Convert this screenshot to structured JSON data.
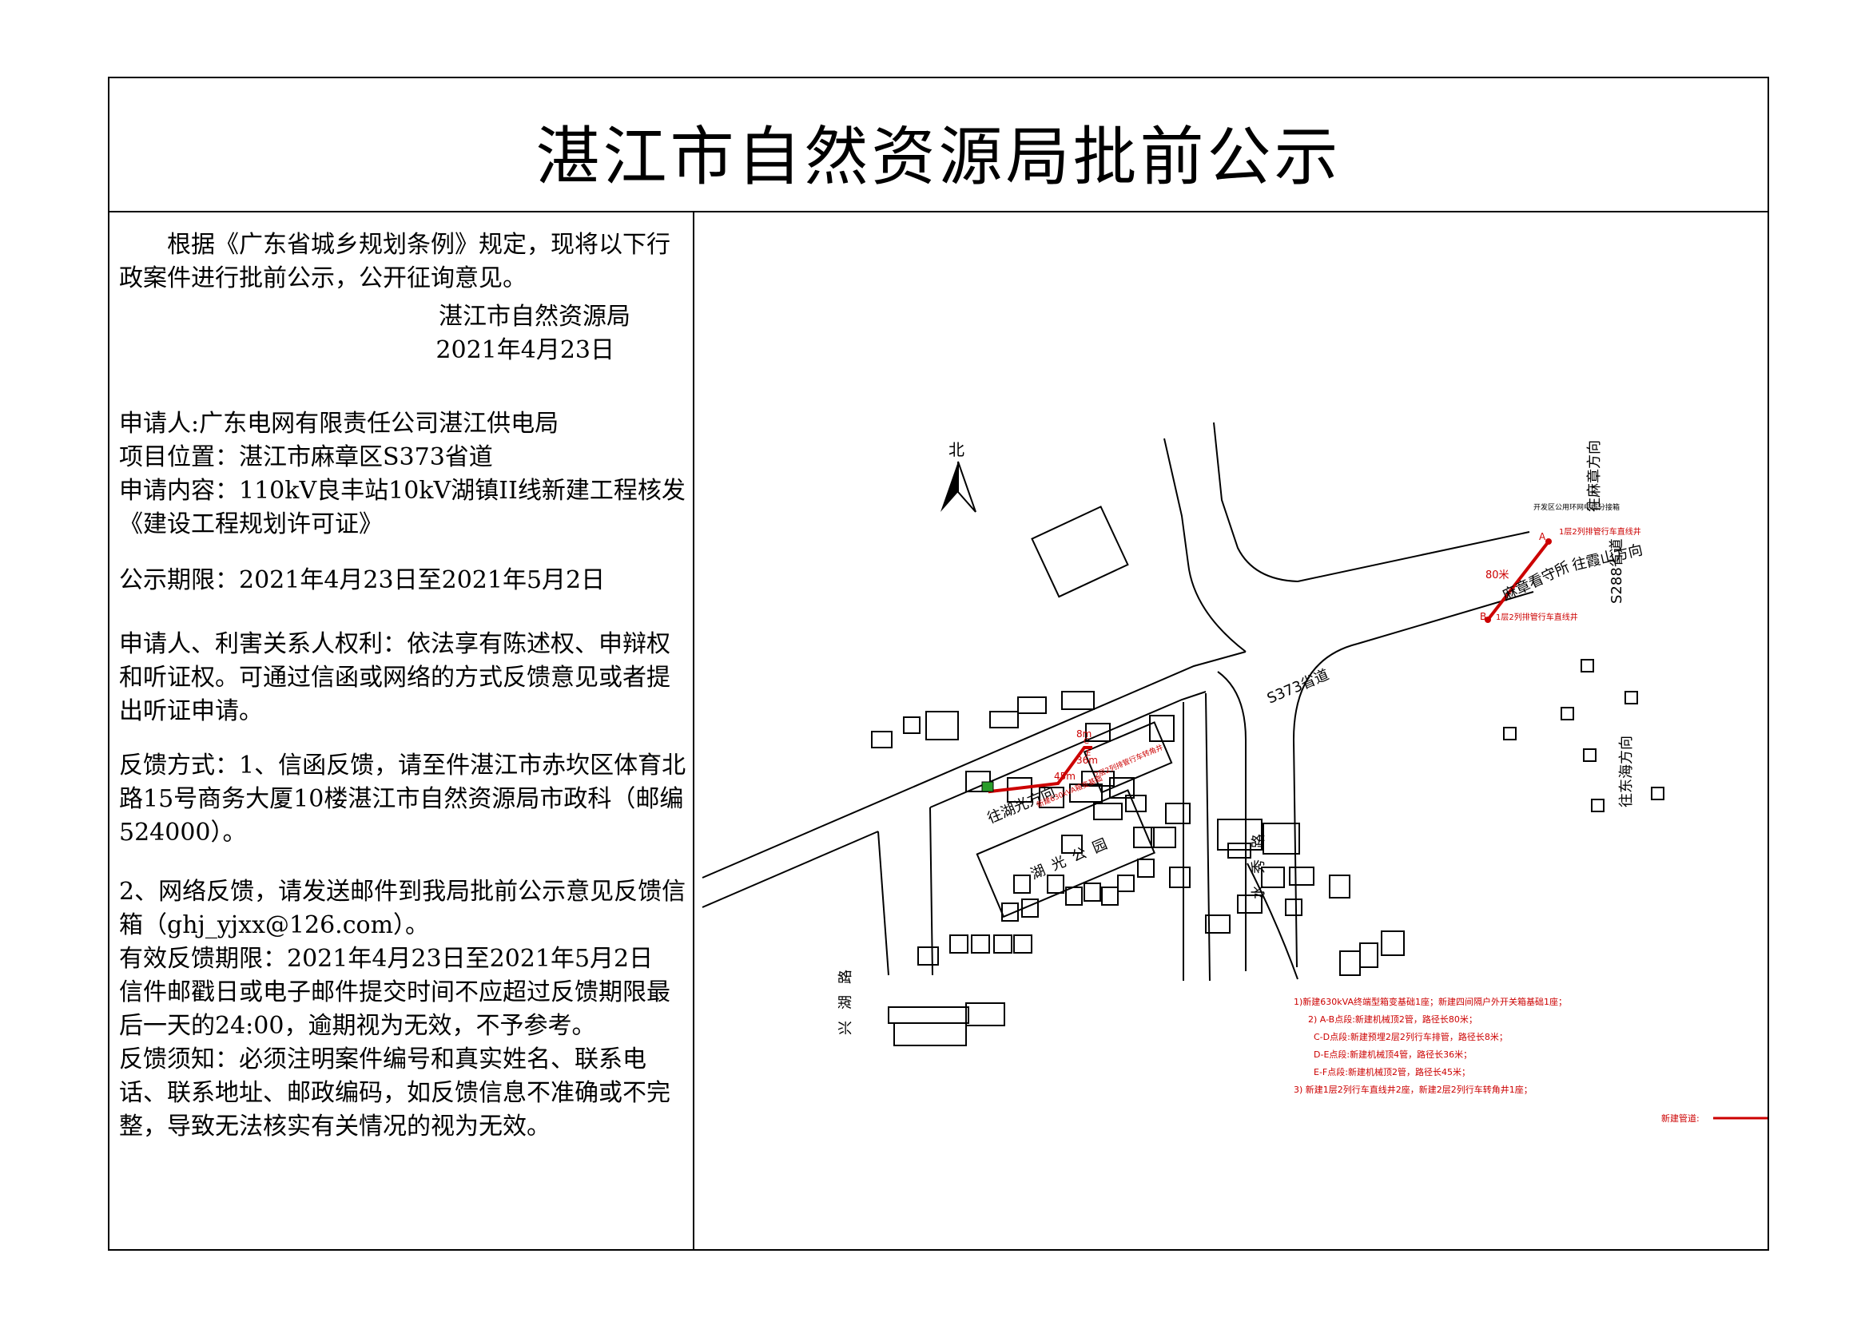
{
  "title": "湛江市自然资源局批前公示",
  "intro": "根据《广东省城乡规划条例》规定，现将以下行政案件进行批前公示，公开征询意见。",
  "issuer": "湛江市自然资源局",
  "issue_date": "2021年4月23日",
  "applicant": "申请人:广东电网有限责任公司湛江供电局",
  "location": "项目位置：湛江市麻章区S373省道",
  "content": "申请内容：110kV良丰站10kV湖镇II线新建工程核发《建设工程规划许可证》",
  "period": "公示期限：2021年4月23日至2021年5月2日",
  "rights": "申请人、利害关系人权利：依法享有陈述权、申辩权和听证权。可通过信函或网络的方式反馈意见或者提出听证申请。",
  "feedback_mail": "反馈方式：1、信函反馈，请至件湛江市赤坎区体育北路15号商务大厦10楼湛江市自然资源局市政科（邮编524000）。",
  "feedback_net": "2、网络反馈，请发送邮件到我局批前公示意见反馈信箱（ghj_yjxx@126.com）。",
  "valid_period": "有效反馈期限：2021年4月23日至2021年5月2日",
  "postmark": "信件邮戳日或电子邮件提交时间不应超过反馈期限最后一天的24:00，逾期视为无效，不予参考。",
  "notice": "反馈须知：必须注明案件编号和真实姓名、联系电话、联系地址、邮政编码，如反馈信息不准确或不完整，导致无法核实有关情况的视为无效。",
  "map": {
    "north": "北",
    "road_to_mazhang": "往麻章方向",
    "road_s288": "S288省道",
    "road_to_xiashan": "往霞山方向",
    "road_to_donghai": "往东海方向",
    "road_s373": "S373省道",
    "road_to_huguang": "往湖光方向",
    "road_xinghu": "兴湖路",
    "road_shuixiu": "水秀路",
    "detention_center": "麻章看守所",
    "park": "湖光公园",
    "switch_box": "开发区公用环网电缆分接箱",
    "point_a": "A",
    "point_b": "B",
    "point_c": "C",
    "point_e": "E",
    "well_a": "1层2列排管行车直线井",
    "well_b": "1层2列排管行车直线井",
    "dist_ab": "80米",
    "dist_cd": "8m",
    "dist_de": "36m",
    "dist_ef": "45m",
    "well_e": "2层2列排管行车转角井",
    "transformer": "新建630kVA箱变基础",
    "legend": [
      "1)新建630kVA终端型箱变基础1座；新建四间隔户外开关箱基础1座；",
      "2) A-B点段:新建机械顶2管，路径长80米；",
      "C-D点段:新建预埋2层2列行车排管，路径长8米；",
      "D-E点段:新建机械顶4管，路径长36米；",
      "E-F点段:新建机械顶2管，路径长45米；",
      "3) 新建1层2列行车直线井2座，新建2层2列行车转角井1座；"
    ],
    "legend_line_label": "新建管道:",
    "pipe_color": "#cc0000"
  }
}
